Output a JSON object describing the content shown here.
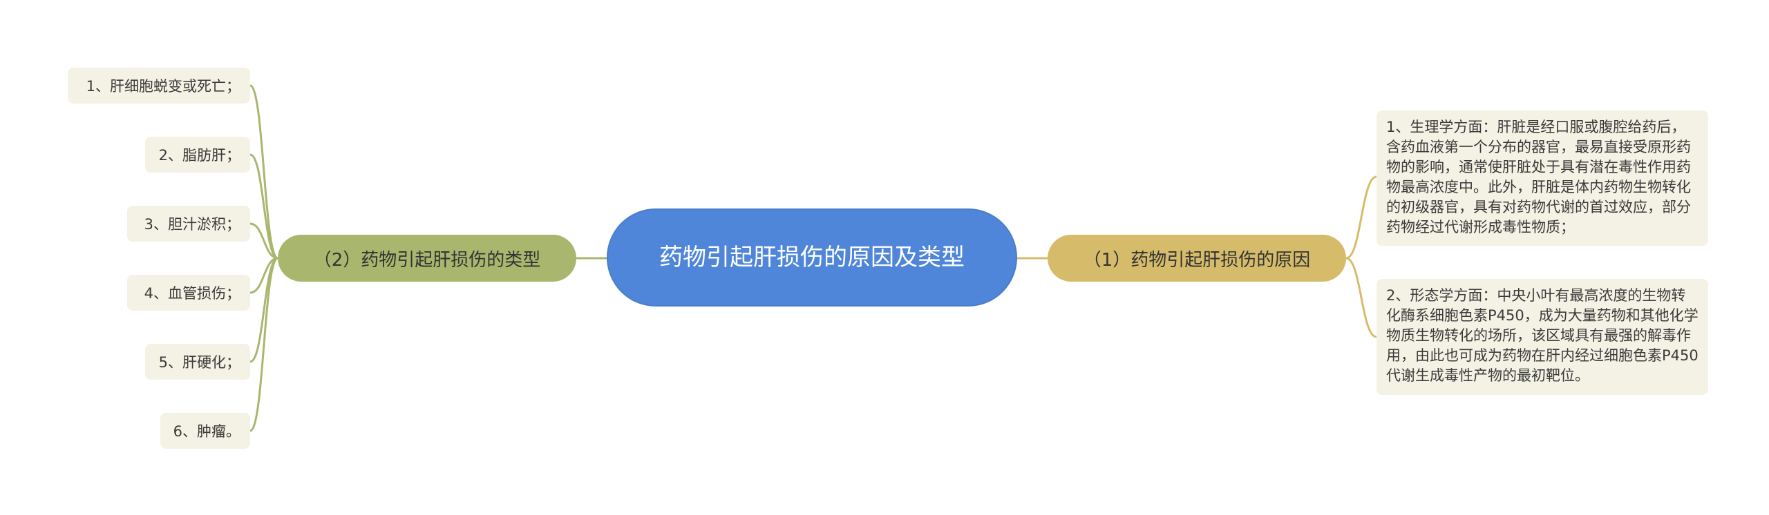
{
  "root": {
    "title": "药物引起肝损伤的原因及类型"
  },
  "left_branch": {
    "label": "（2）药物引起肝损伤的类型",
    "items": [
      "1、肝细胞蜕变或死亡；",
      "2、脂肪肝；",
      "3、胆汁淤积；",
      "4、血管损伤；",
      "5、肝硬化；",
      "6、肿瘤。"
    ]
  },
  "right_branch": {
    "label": "（1）药物引起肝损伤的原因",
    "items": [
      "1、生理学方面：肝脏是经口服或腹腔给药后，含药血液第一个分布的器官，最易直接受原形药物的影响，通常使肝脏处于具有潜在毒性作用药物最高浓度中。此外，肝脏是体内药物生物转化的初级器官，具有对药物代谢的首过效应，部分药物经过代谢形成毒性物质；",
      "2、形态学方面：中央小叶有最高浓度的生物转化酶系细胞色素P450，成为大量药物和其他化学物质生物转化的场所，该区域具有最强的解毒作用，由此也可成为药物在肝内经过细胞色素P450代谢生成毒性产物的最初靶位。"
    ]
  },
  "colors": {
    "root": "#4f86d9",
    "left_branch": "#a9b66e",
    "right_branch": "#d6bc6a",
    "leaf_bg": "#f4f2e4",
    "left_link": "#a9b66e",
    "right_link": "#d6bc6a"
  }
}
